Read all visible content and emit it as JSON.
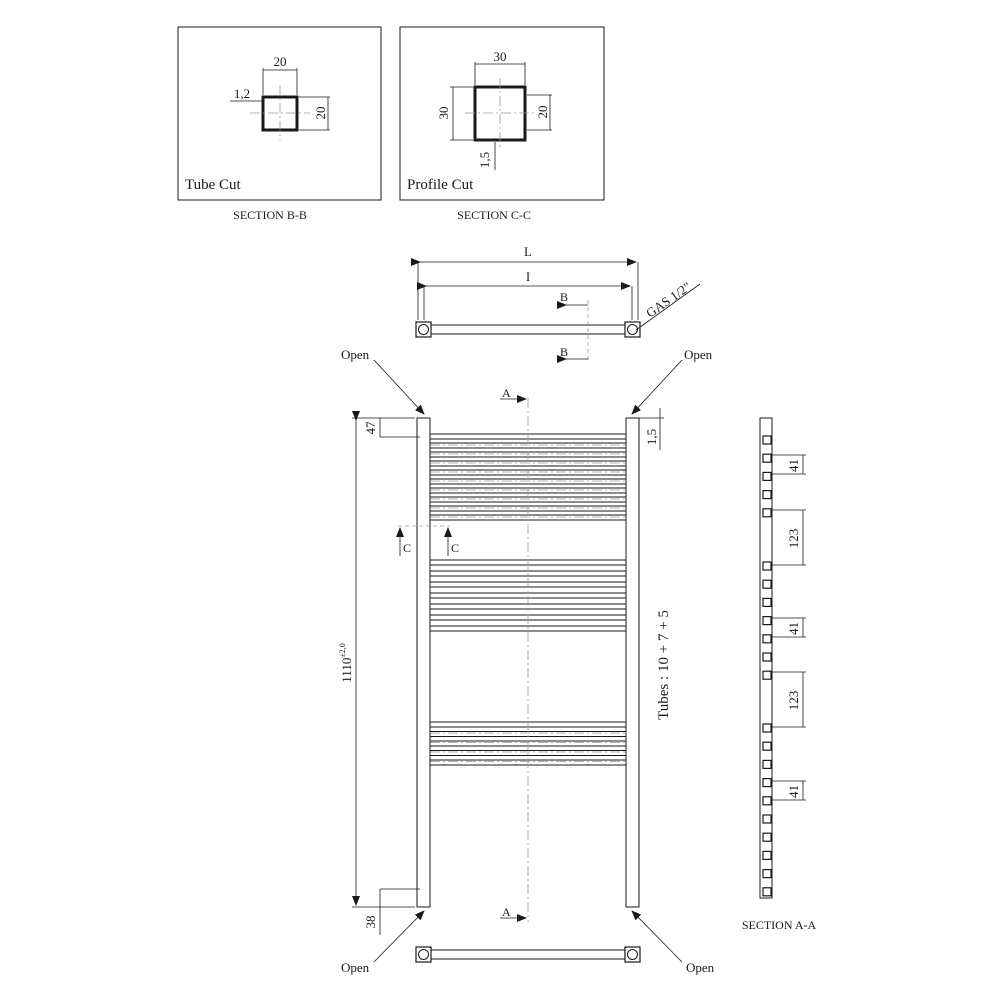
{
  "sections": {
    "bb": {
      "panel_label": "Tube Cut",
      "caption": "SECTION B-B",
      "dim_width": "20",
      "dim_height": "20",
      "dim_wall": "1,2"
    },
    "cc": {
      "panel_label": "Profile Cut",
      "caption": "SECTION C-C",
      "dim_width": "30",
      "dim_height_outer": "30",
      "dim_height_inner": "20",
      "dim_wall": "1,5"
    },
    "aa": {
      "caption": "SECTION A-A",
      "dims": [
        "41",
        "123",
        "41",
        "123",
        "41"
      ]
    }
  },
  "top_view": {
    "dim_L": "L",
    "dim_I": "I",
    "gas_label": "GAS 1/2\"",
    "section_mark": "B"
  },
  "front_view": {
    "open_label": "Open",
    "section_mark_a": "A",
    "section_mark_c": "C",
    "dim_height": "1110",
    "dim_height_tol": "±2,0",
    "dim_top": "47",
    "dim_bottom": "38",
    "dim_offset": "1,5",
    "tubes_label": "Tubes : 10 + 7 + 5"
  }
}
